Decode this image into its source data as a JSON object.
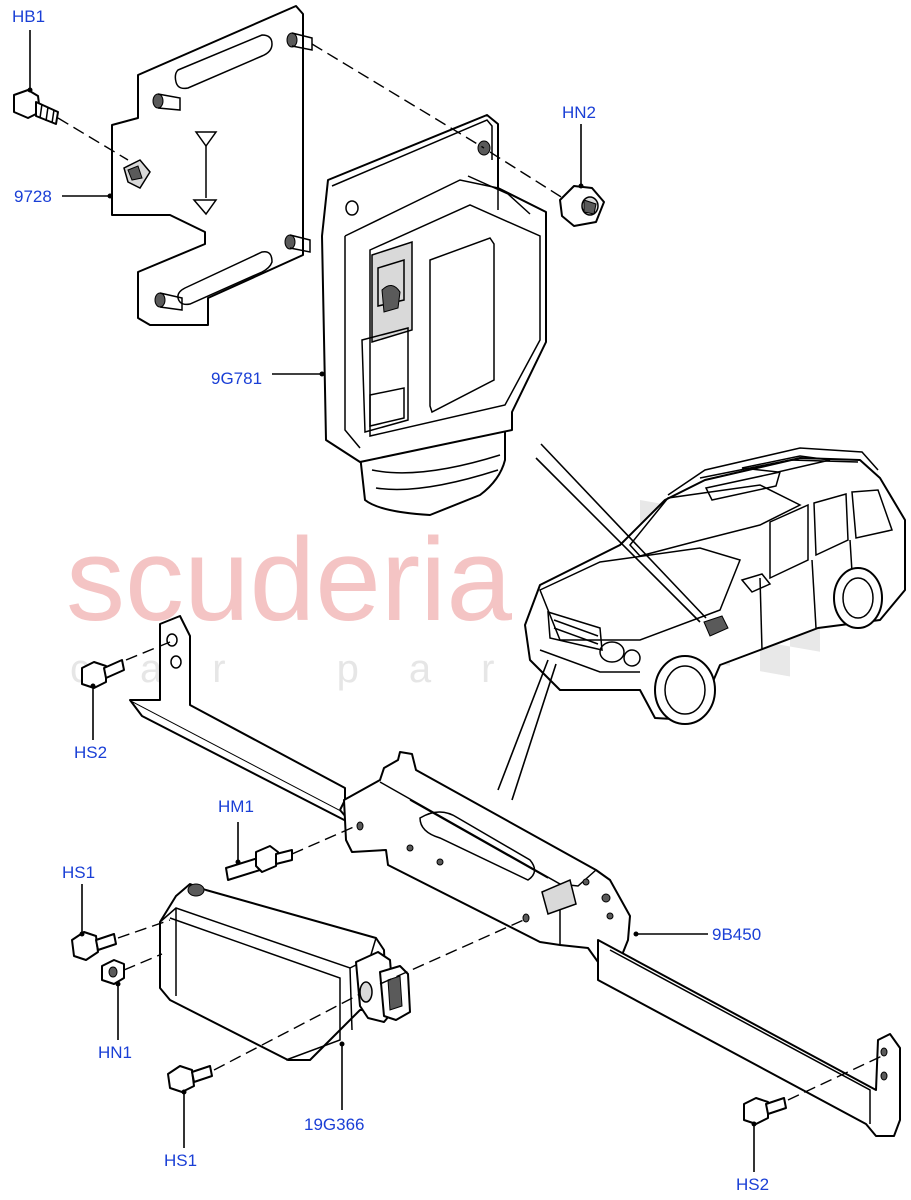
{
  "watermark": {
    "brand": "scuderia",
    "sub": "car parts"
  },
  "callouts": {
    "hb1": "HB1",
    "n9728": "9728",
    "hn2": "HN2",
    "n9g781": "9G781",
    "hs2_top": "HS2",
    "hm1": "HM1",
    "hs1_left": "HS1",
    "hn1": "HN1",
    "n9b450": "9B450",
    "hs1_bottom": "HS1",
    "n19g366": "19G366",
    "hs2_bottom": "HS2"
  }
}
